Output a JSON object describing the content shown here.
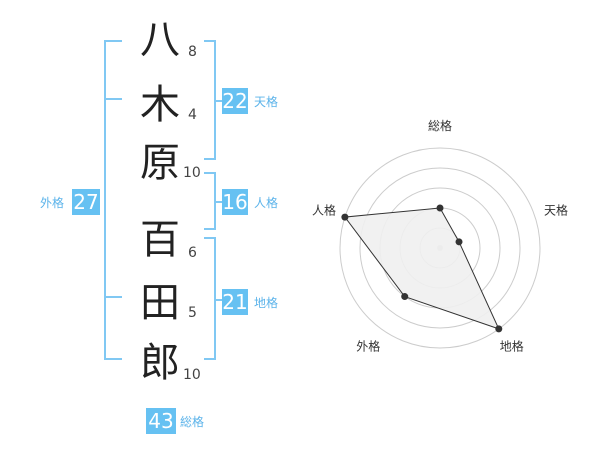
{
  "name": {
    "characters": [
      {
        "char": "八",
        "strokes": "8"
      },
      {
        "char": "木",
        "strokes": "4"
      },
      {
        "char": "原",
        "strokes": "10"
      },
      {
        "char": "百",
        "strokes": "6"
      },
      {
        "char": "田",
        "strokes": "5"
      },
      {
        "char": "郎",
        "strokes": "10"
      }
    ]
  },
  "fortunes": {
    "tenkaku": {
      "value": "22",
      "label": "天格"
    },
    "jinkaku": {
      "value": "16",
      "label": "人格"
    },
    "chikaku": {
      "value": "21",
      "label": "地格"
    },
    "gaikaku": {
      "value": "27",
      "label": "外格"
    },
    "soukaku": {
      "value": "43",
      "label": "総格"
    }
  },
  "chart_data": {
    "type": "radar",
    "axes": [
      "総格",
      "天格",
      "地格",
      "外格",
      "人格"
    ],
    "values": [
      2,
      1,
      5,
      3,
      5
    ],
    "rmax": 5,
    "colors": {
      "fill": "#f0f0f0",
      "line": "#333333",
      "grid": "#cccccc",
      "point": "#333333"
    }
  }
}
